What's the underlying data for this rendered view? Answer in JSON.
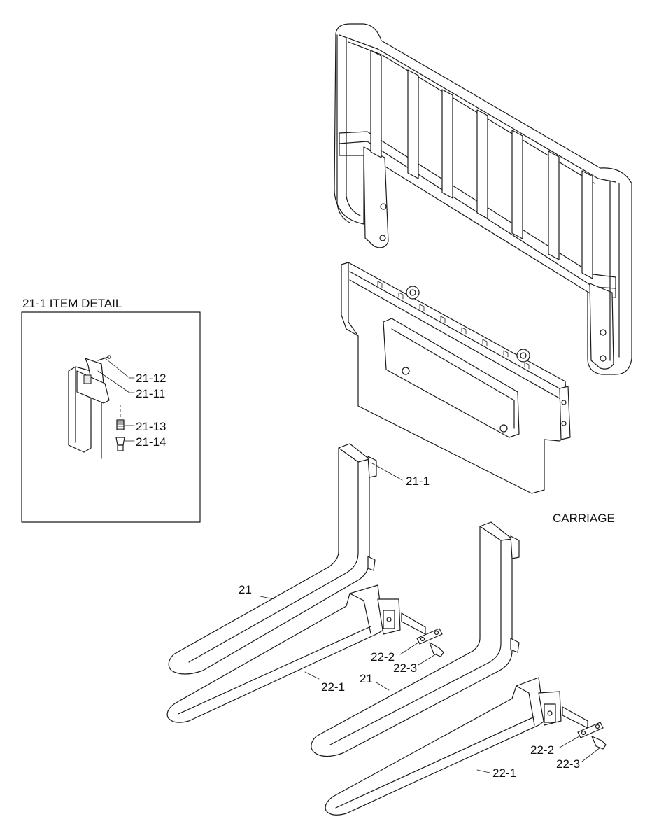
{
  "detail": {
    "title": "21-1 ITEM DETAIL",
    "callouts": [
      "21-12",
      "21-11",
      "21-13",
      "21-14"
    ]
  },
  "carriage_label": "CARRIAGE",
  "callouts": {
    "fork_bracket": "21-1",
    "fork_left": "21",
    "fork_right": "21",
    "ext_left": "22-1",
    "ext_right": "22-1",
    "plate_left": "22-2",
    "bolt_left": "22-3",
    "plate_right": "22-2",
    "bolt_right": "22-3"
  }
}
